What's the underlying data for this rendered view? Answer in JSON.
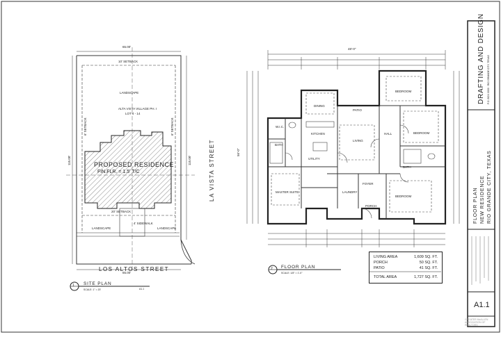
{
  "site_plan": {
    "title": "SITE PLAN",
    "scale": "SCALE: 1\" = 20'",
    "bubble": "1",
    "sheet_ref": "A1.1",
    "street_bottom": "LOS ALTOS STREET",
    "street_right": "LA VISTA STREET",
    "residence_label": "PROPOSED RESIDENCE",
    "residence_sub": "FIN.FLR. = 1.5' T/C",
    "subdivision": "ALTA VISTA VILLAGE PH. I",
    "lot": "LOT 4 - 14",
    "setback_top": "10' SETBACK",
    "setback_bottom": "20' SETBACK",
    "setback_left": "6' SETBACK",
    "setback_right": "6' SETBACK",
    "sidewalk": "4' SIDEWALK",
    "landscape": "LANDSCAPE",
    "dim_top": "65.00'",
    "dim_bottom": "65.00'",
    "dim_left": "115.00'",
    "dim_right": "115.00'"
  },
  "floor_plan": {
    "title": "FLOOR PLAN",
    "scale": "SCALE: 1/8\" = 1'-0\"",
    "bubble": "2",
    "rooms": {
      "dining": "DINING",
      "patio": "PATIO",
      "kitchen": "KITCHEN",
      "living": "LIVING",
      "hall": "HALL",
      "bedroom1": "BEDROOM",
      "bedroom2": "BEDROOM",
      "bedroom3": "BEDROOM",
      "bath1": "BATH",
      "bath2": "BATH",
      "wic": "W.I.C.",
      "utility": "UTILITY",
      "master_suite": "MASTER SUITE",
      "laundry": "LAUNDRY",
      "foyer": "FOYER",
      "porch": "PORCH"
    },
    "overall_dim": "48'-0\"",
    "depth_dim": "56'-0\""
  },
  "area_table": {
    "rows": [
      {
        "label": "LIVING AREA",
        "value": "1,609 SQ. FT."
      },
      {
        "label": "PORCH",
        "value": "50 SQ. FT."
      },
      {
        "label": "PATIO",
        "value": "41 SQ. FT."
      }
    ],
    "total_label": "TOTAL AREA",
    "total_value": "1,727 SQ. FT."
  },
  "title_block": {
    "company": "DRAFTING AND DESIGN",
    "company_sub": "P.O. BOX 0000 · RIO GRANDE CITY, TEXAS",
    "project_line1": "FLOOR PLAN",
    "project_line2": "NEW RESIDENCE",
    "project_line3": "RIO GRANDE CITY, TEXAS",
    "sheet_no": "A1.1",
    "watermark": "GREATER McALLEN ASSOCIATION OF REALTORS"
  }
}
